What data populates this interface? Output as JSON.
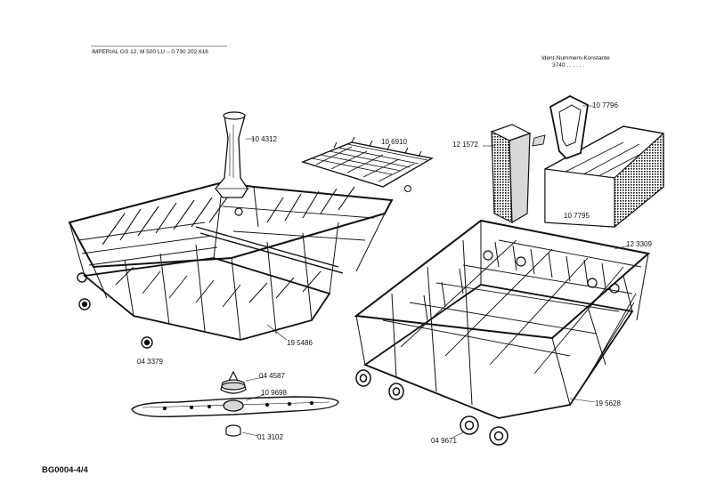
{
  "header": {
    "model_line": "IMPERIAL  GS 12, M 500 LU – 0 730 202 616",
    "ident_title": "Ident-Nummern-Konstante",
    "ident_value": "3740   . .   . . . ."
  },
  "parts": {
    "p104312": "10 4312",
    "p106910": "10 6910",
    "p121572": "12 1572",
    "p107796": "10 7796",
    "p107795": "10 7795",
    "p123309": "12 3309",
    "p195486": "19 5486",
    "p043379": "04 3379",
    "p044587": "04 4587",
    "p109698": "10 9698",
    "p013102": "01 3102",
    "p195628": "19 5628",
    "p049671": "04 9671"
  },
  "footer": {
    "code": "BG0004-4/4"
  },
  "colors": {
    "ink": "#111111",
    "paper": "#ffffff",
    "shade": "#d8d8d8"
  }
}
